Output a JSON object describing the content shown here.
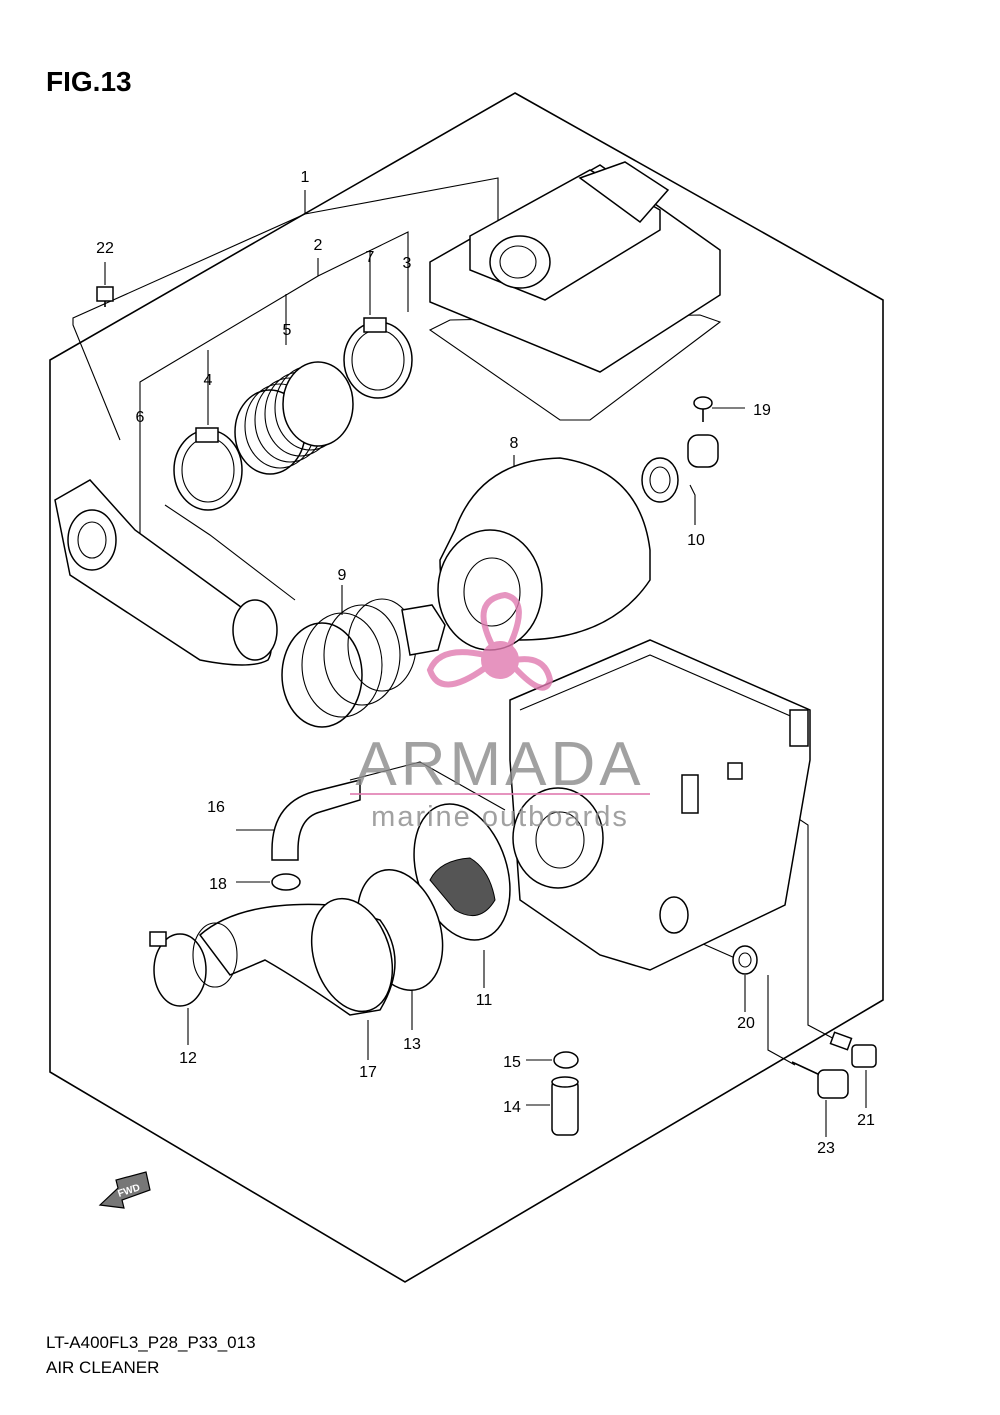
{
  "figure_title": "FIG.13",
  "callouts": [
    "1",
    "2",
    "3",
    "4",
    "5",
    "6",
    "7",
    "8",
    "9",
    "10",
    "11",
    "12",
    "13",
    "14",
    "15",
    "16",
    "17",
    "18",
    "19",
    "20",
    "21",
    "22",
    "23"
  ],
  "footer": {
    "code": "LT-A400FL3_P28_P33_013",
    "name": "AIR CLEANER"
  },
  "fwd_label": "FWD",
  "watermark": {
    "brand": "ARMADA",
    "tagline": "marine outboards",
    "color_text": "#8a8a8a",
    "color_logo": "#e07ab0"
  }
}
